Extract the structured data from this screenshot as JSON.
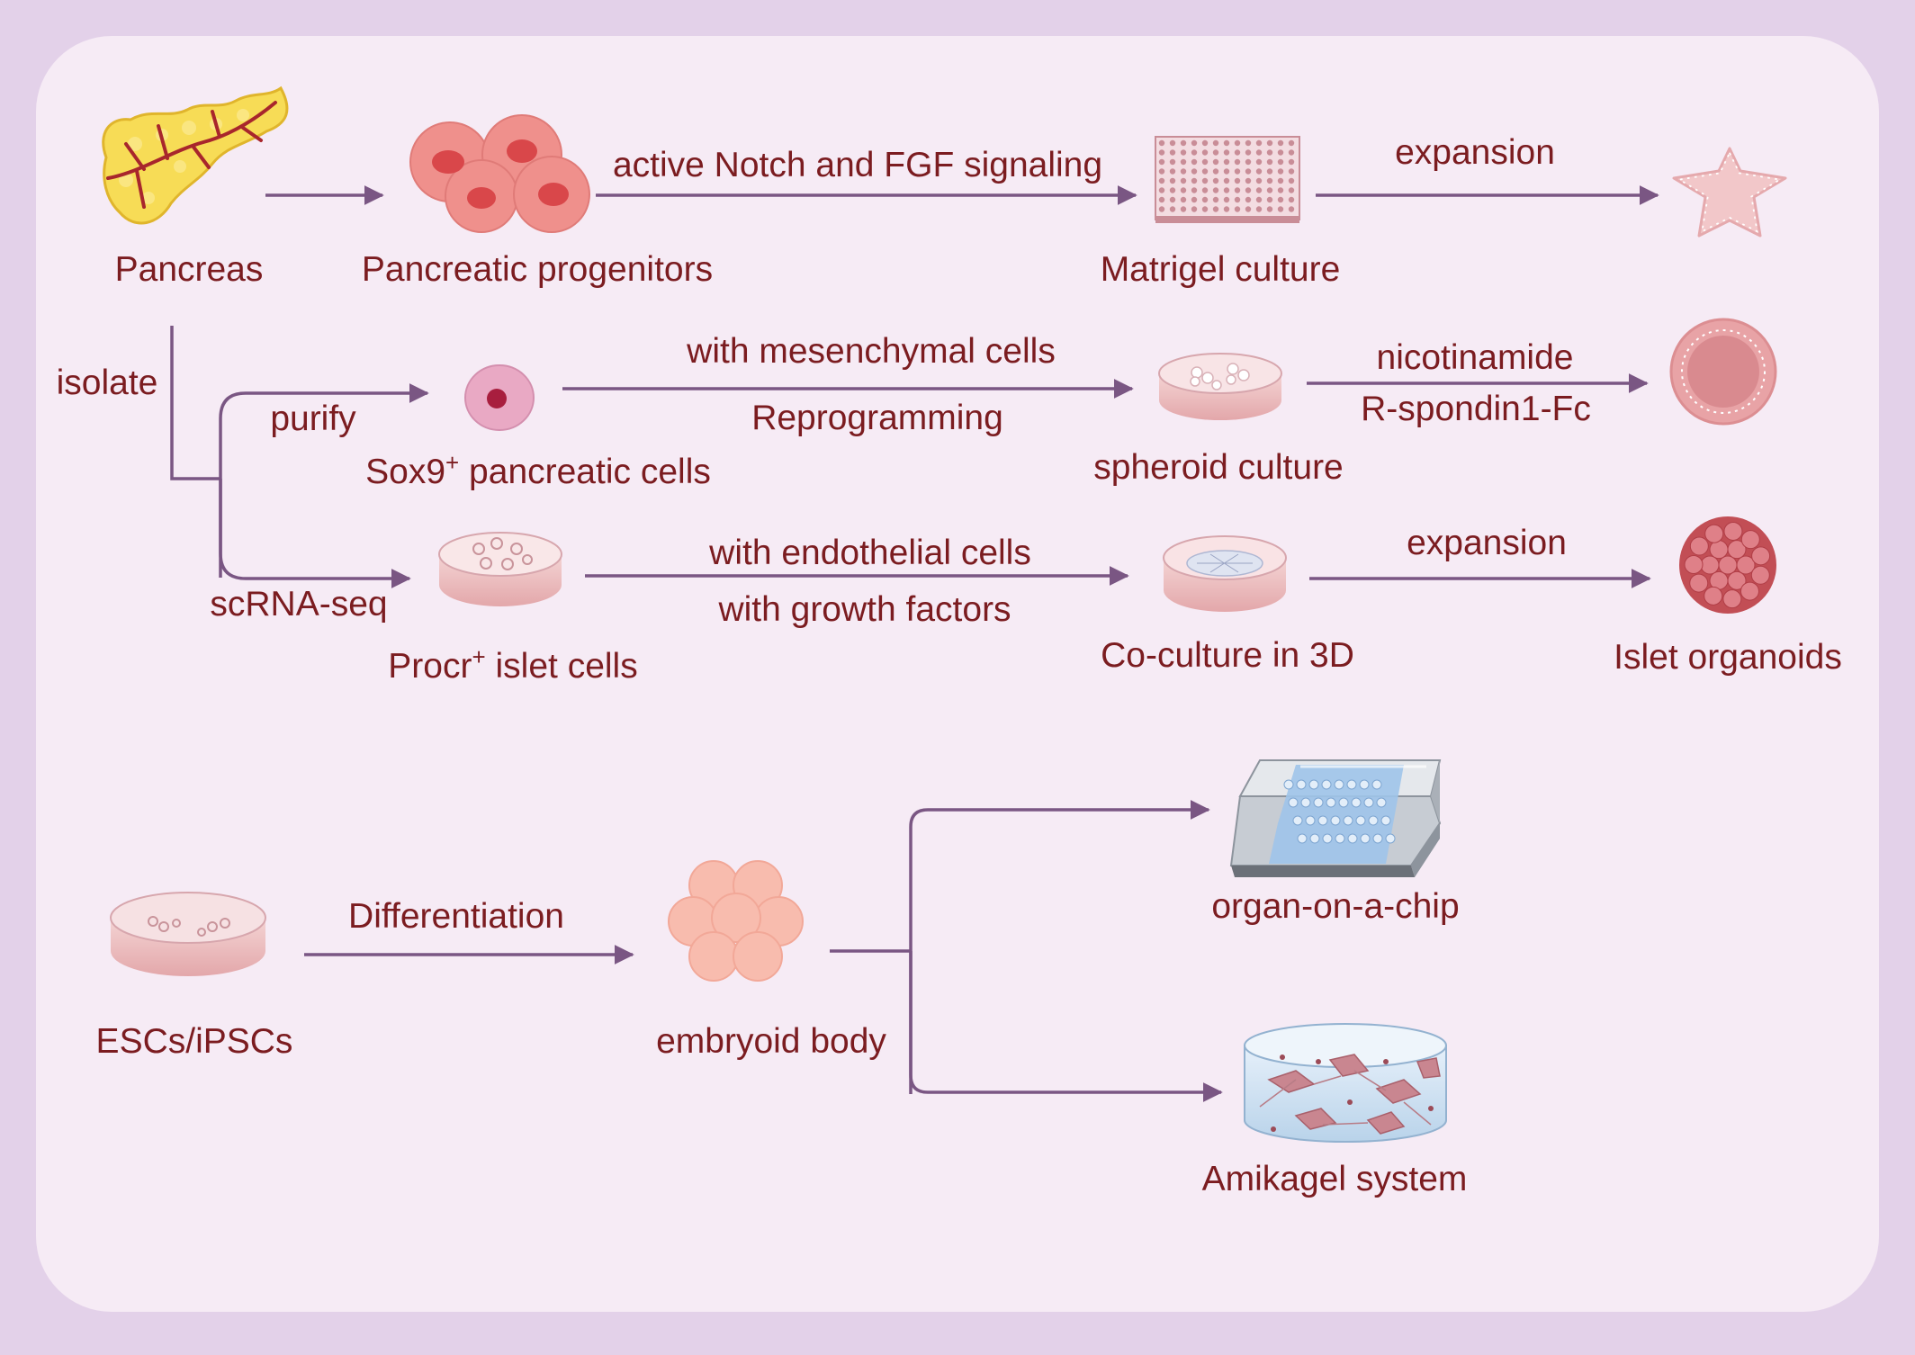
{
  "top_pathway": {
    "source": "Pancreas",
    "progenitors": "Pancreatic progenitors",
    "signaling_label": "active Notch and FGF signaling",
    "matrigel": "Matrigel culture",
    "expansion_label": "expansion"
  },
  "branches": {
    "isolate_label": "isolate",
    "purify_label": "purify",
    "scrnaseq_label": "scRNA-seq"
  },
  "sox9_pathway": {
    "cell_name": "Sox9",
    "cell_sup": "+",
    "cell_rest": " pancreatic cells",
    "upper_label": "with mesenchymal cells",
    "lower_label": "Reprogramming",
    "culture": "spheroid culture",
    "factor1": "nicotinamide",
    "factor2": "R-spondin1-Fc"
  },
  "procr_pathway": {
    "cell_name": "Procr",
    "cell_sup": "+",
    "cell_rest": " islet cells",
    "upper_label": "with endothelial cells",
    "lower_label": "with growth factors",
    "culture": "Co-culture in 3D",
    "expansion_label": "expansion",
    "result": "Islet organoids"
  },
  "stem_pathway": {
    "source": "ESCs/iPSCs",
    "differentiation_label": "Differentiation",
    "embryoid": "embryoid body",
    "chip": "organ-on-a-chip",
    "gel": "Amikagel system"
  },
  "colors": {
    "background": "#e3d1e9",
    "panel": "#f6ebf5",
    "text": "#7b1c20",
    "arrow": "#7a5683"
  }
}
